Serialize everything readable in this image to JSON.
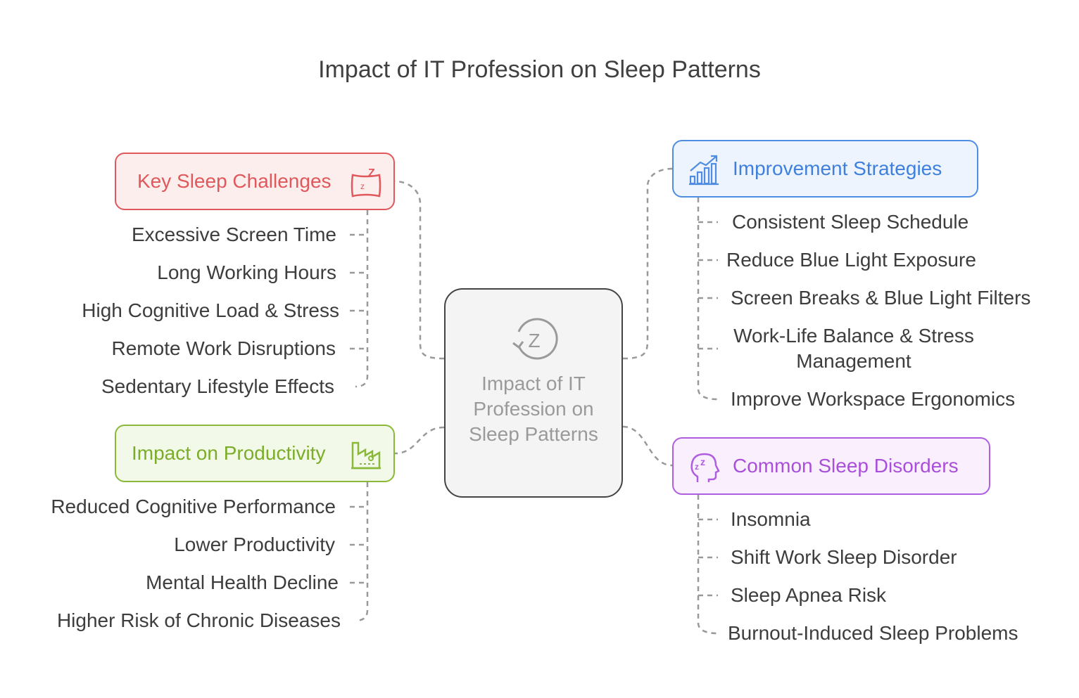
{
  "title": "Impact of IT Profession on Sleep Patterns",
  "center": {
    "label": "Impact of IT Profession on Sleep Patterns",
    "icon": "sleep-cycle-icon"
  },
  "branches": {
    "challenges": {
      "label": "Key Sleep Challenges",
      "color": "#e0585b",
      "icon": "sleeping-pillow-icon",
      "items": [
        "Excessive Screen Time",
        "Long Working Hours",
        "High Cognitive Load & Stress",
        "Remote Work Disruptions",
        "Sedentary Lifestyle Effects"
      ]
    },
    "productivity": {
      "label": "Impact on Productivity",
      "color": "#8ab93a",
      "icon": "factory-icon",
      "items": [
        "Reduced Cognitive Performance",
        "Lower Productivity",
        "Mental Health Decline",
        "Higher Risk of Chronic Diseases"
      ]
    },
    "strategies": {
      "label": "Improvement Strategies",
      "color": "#4f8de2",
      "icon": "growth-chart-icon",
      "items": [
        "Consistent Sleep Schedule",
        "Reduce Blue Light Exposure",
        "Screen Breaks & Blue Light Filters",
        "Work-Life Balance & Stress Management",
        "Improve Workspace Ergonomics"
      ]
    },
    "disorders": {
      "label": "Common Sleep Disorders",
      "color": "#b05ee0",
      "icon": "sleeping-head-icon",
      "items": [
        "Insomnia",
        "Shift Work Sleep Disorder",
        "Sleep Apnea Risk",
        "Burnout-Induced Sleep Problems"
      ]
    }
  }
}
